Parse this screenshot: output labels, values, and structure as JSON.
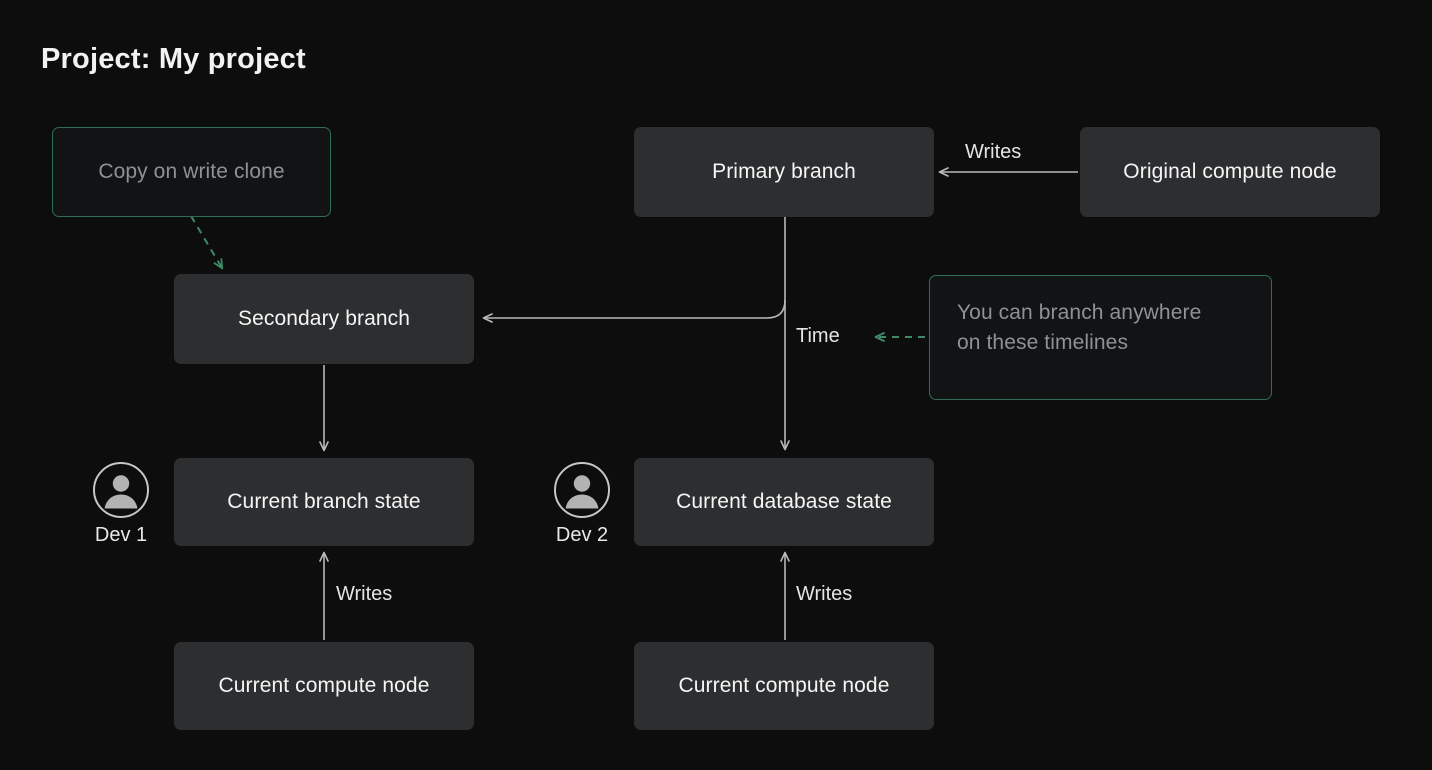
{
  "title": "Project: My project",
  "theme": {
    "background": "#0d0d0d",
    "node_fill": "#2c2e30",
    "node_text": "#f5f5f5",
    "accent_green": "#2e6e52",
    "annotation_text": "#8e9294",
    "edge_stroke": "#b9b9b9"
  },
  "nodes": {
    "copy_on_write_clone": {
      "label": "Copy on write clone",
      "style": "outlined-green"
    },
    "primary_branch": {
      "label": "Primary branch",
      "style": "solid"
    },
    "original_compute_node": {
      "label": "Original compute node",
      "style": "solid"
    },
    "secondary_branch": {
      "label": "Secondary branch",
      "style": "solid"
    },
    "branch_anywhere_note": {
      "label": "You can branch anywhere on these timelines",
      "line1": "You can branch anywhere",
      "line2": "on these timelines",
      "style": "outlined-green"
    },
    "current_branch_state": {
      "label": "Current branch state",
      "style": "solid"
    },
    "current_database_state": {
      "label": "Current database state",
      "style": "solid"
    },
    "current_compute_node_left": {
      "label": "Current compute node",
      "style": "solid"
    },
    "current_compute_node_right": {
      "label": "Current compute node",
      "style": "solid"
    }
  },
  "edge_labels": {
    "writes_top": "Writes",
    "time": "Time",
    "writes_left": "Writes",
    "writes_right": "Writes"
  },
  "avatars": [
    {
      "name": "dev-1",
      "label": "Dev 1",
      "icon": "person-icon"
    },
    {
      "name": "dev-2",
      "label": "Dev 2",
      "icon": "person-icon"
    }
  ]
}
